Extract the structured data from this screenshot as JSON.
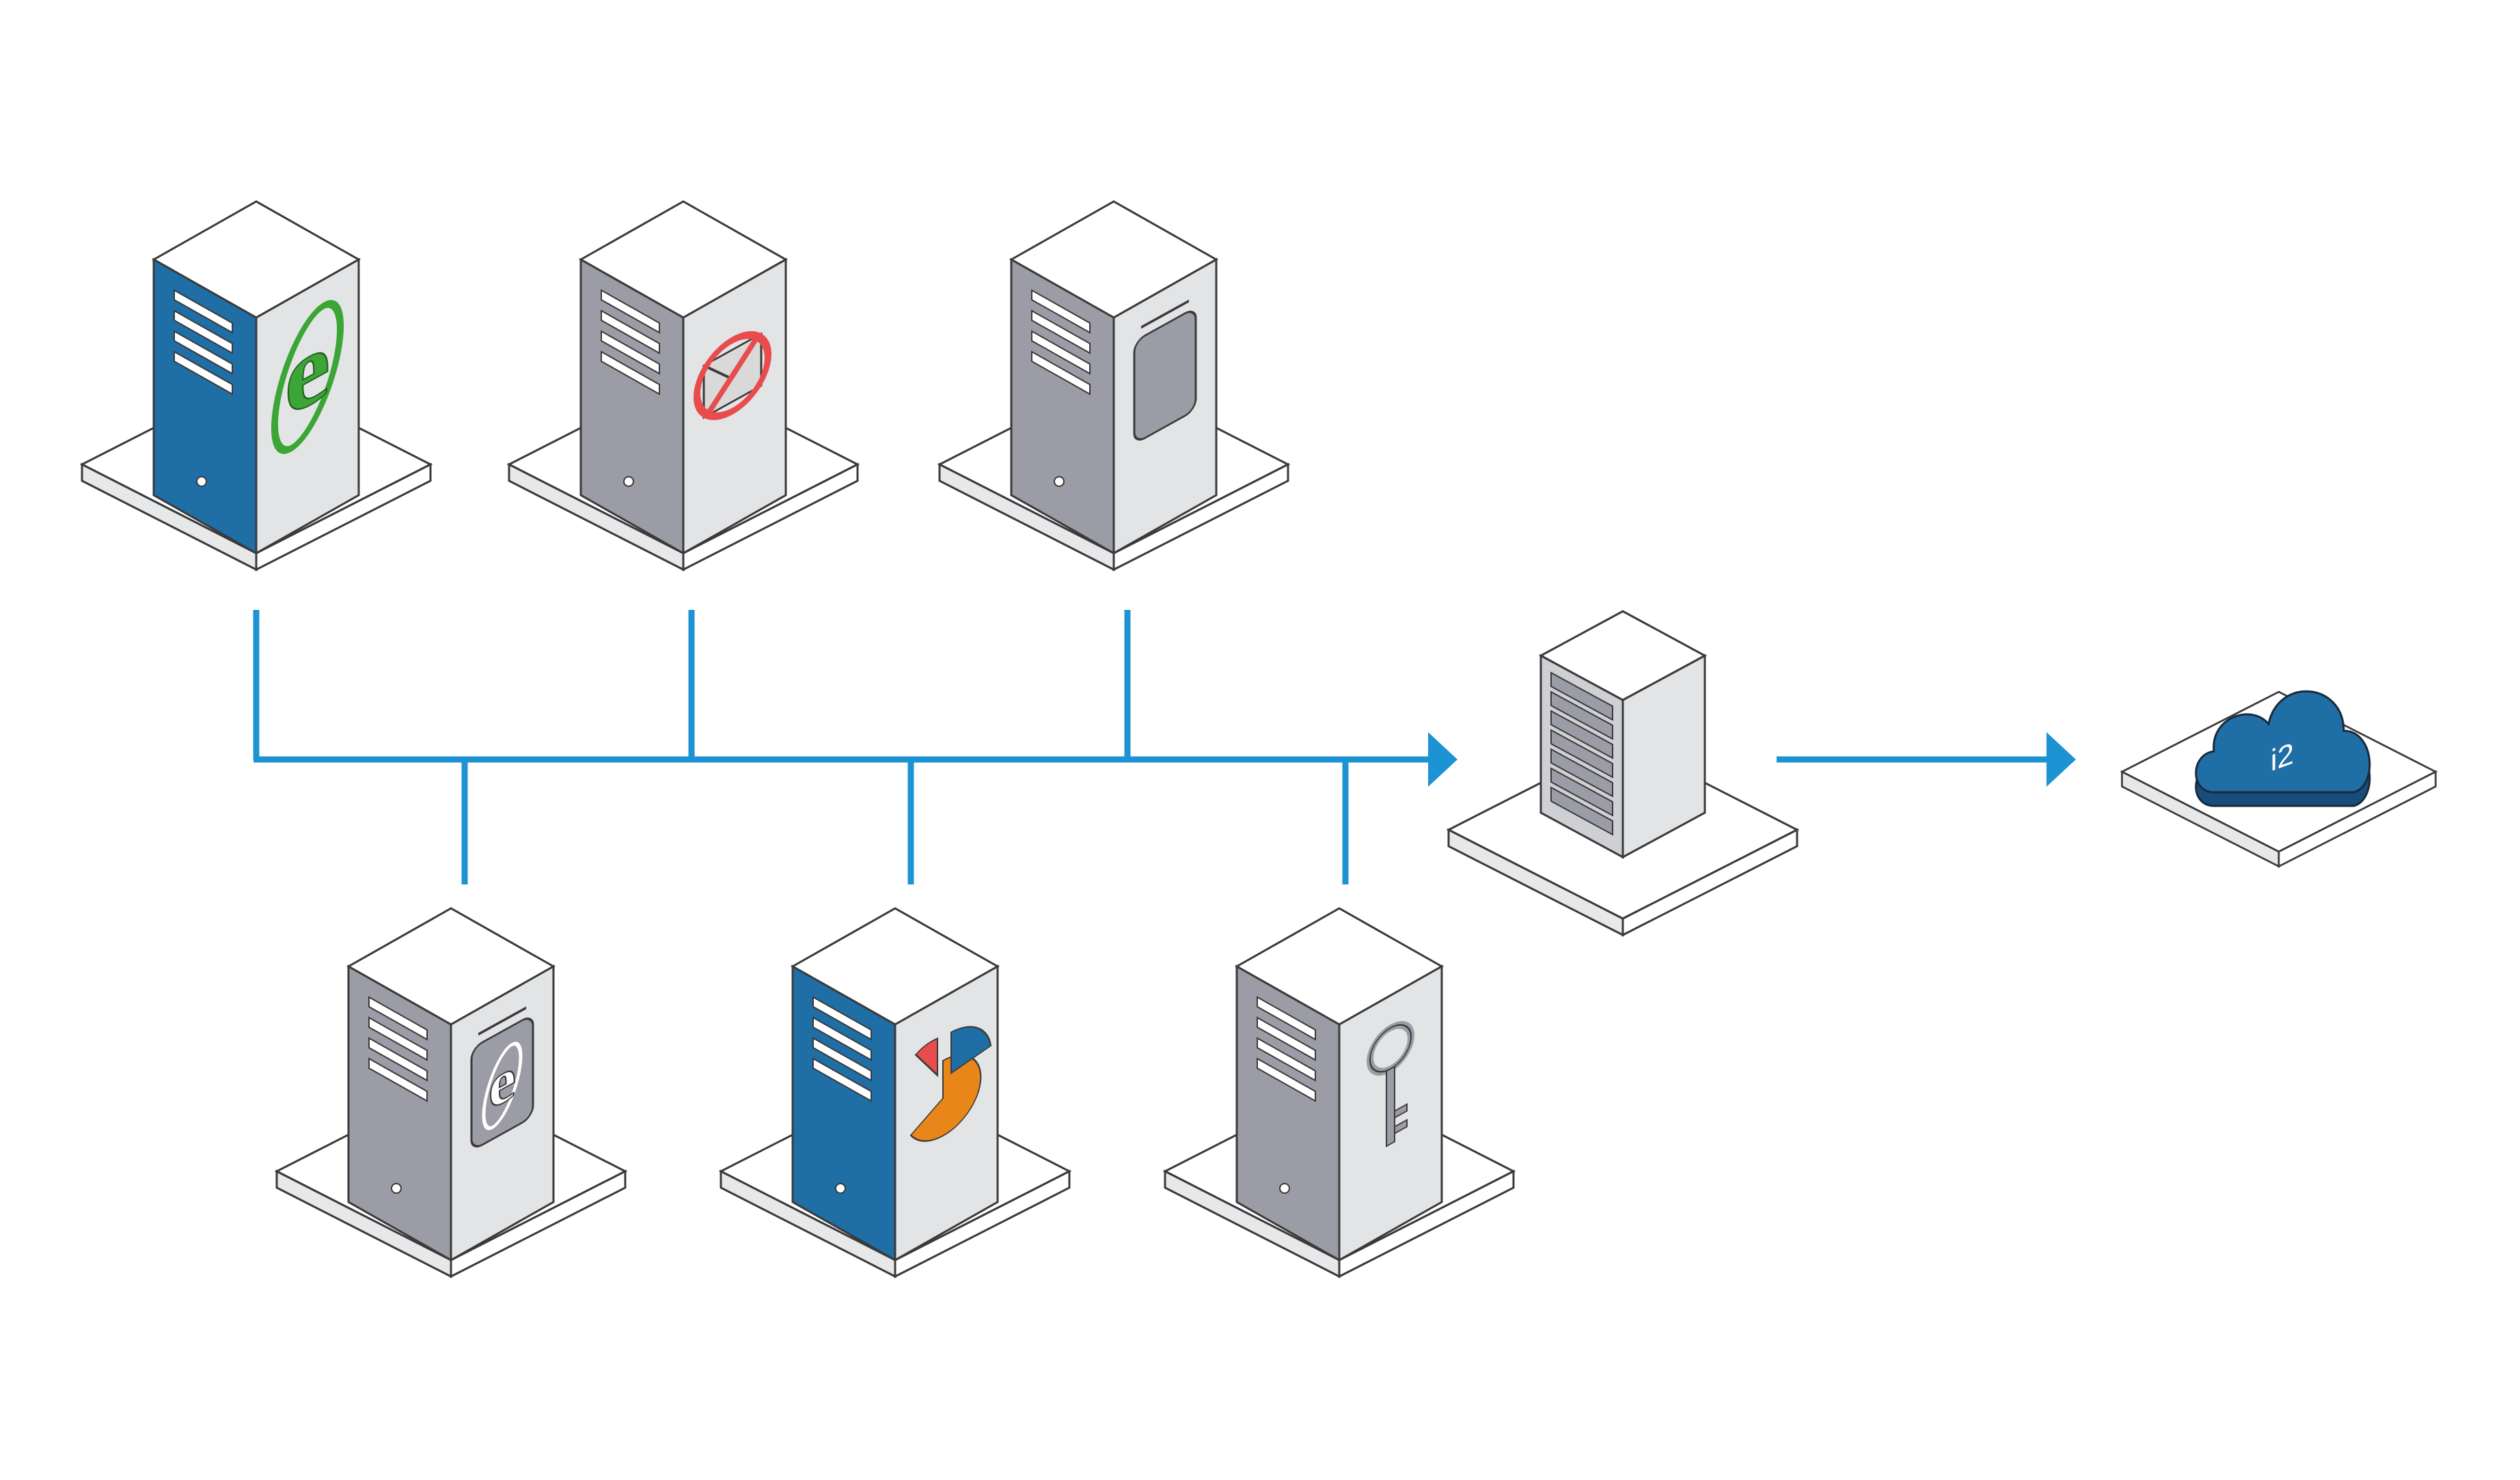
{
  "diagram": {
    "colors": {
      "connector": "#1e93d3",
      "blue_face": "#1f6ea6",
      "dark_face": "#9b9ca5",
      "light_face": "#e3e4e5",
      "top_face": "#ffffff",
      "outline": "#3a3a3a"
    },
    "source_servers": [
      {
        "name": "web-browser-server",
        "front": "blue",
        "icon": "internet-explorer-icon",
        "icon_color": "#3ba635"
      },
      {
        "name": "blocked-mail-server",
        "front": "gray",
        "icon": "no-mail-icon",
        "icon_color": "#e84c4c"
      },
      {
        "name": "blank-server",
        "front": "gray",
        "icon": "blank-panel-icon",
        "icon_color": "#9b9ca5"
      },
      {
        "name": "legacy-browser-server",
        "front": "gray",
        "icon": "internet-explorer-icon",
        "icon_color": "#9b9ca5"
      },
      {
        "name": "analytics-server",
        "front": "blue",
        "icon": "pie-chart-icon",
        "icon_color": "#e8861a"
      },
      {
        "name": "security-server",
        "front": "gray",
        "icon": "key-icon",
        "icon_color": "#9b9ca5"
      }
    ],
    "hub": {
      "name": "rack-server",
      "icon": "rack-server-icon"
    },
    "destination": {
      "name": "i2-cloud",
      "icon": "cloud-icon",
      "label": "i2"
    }
  }
}
